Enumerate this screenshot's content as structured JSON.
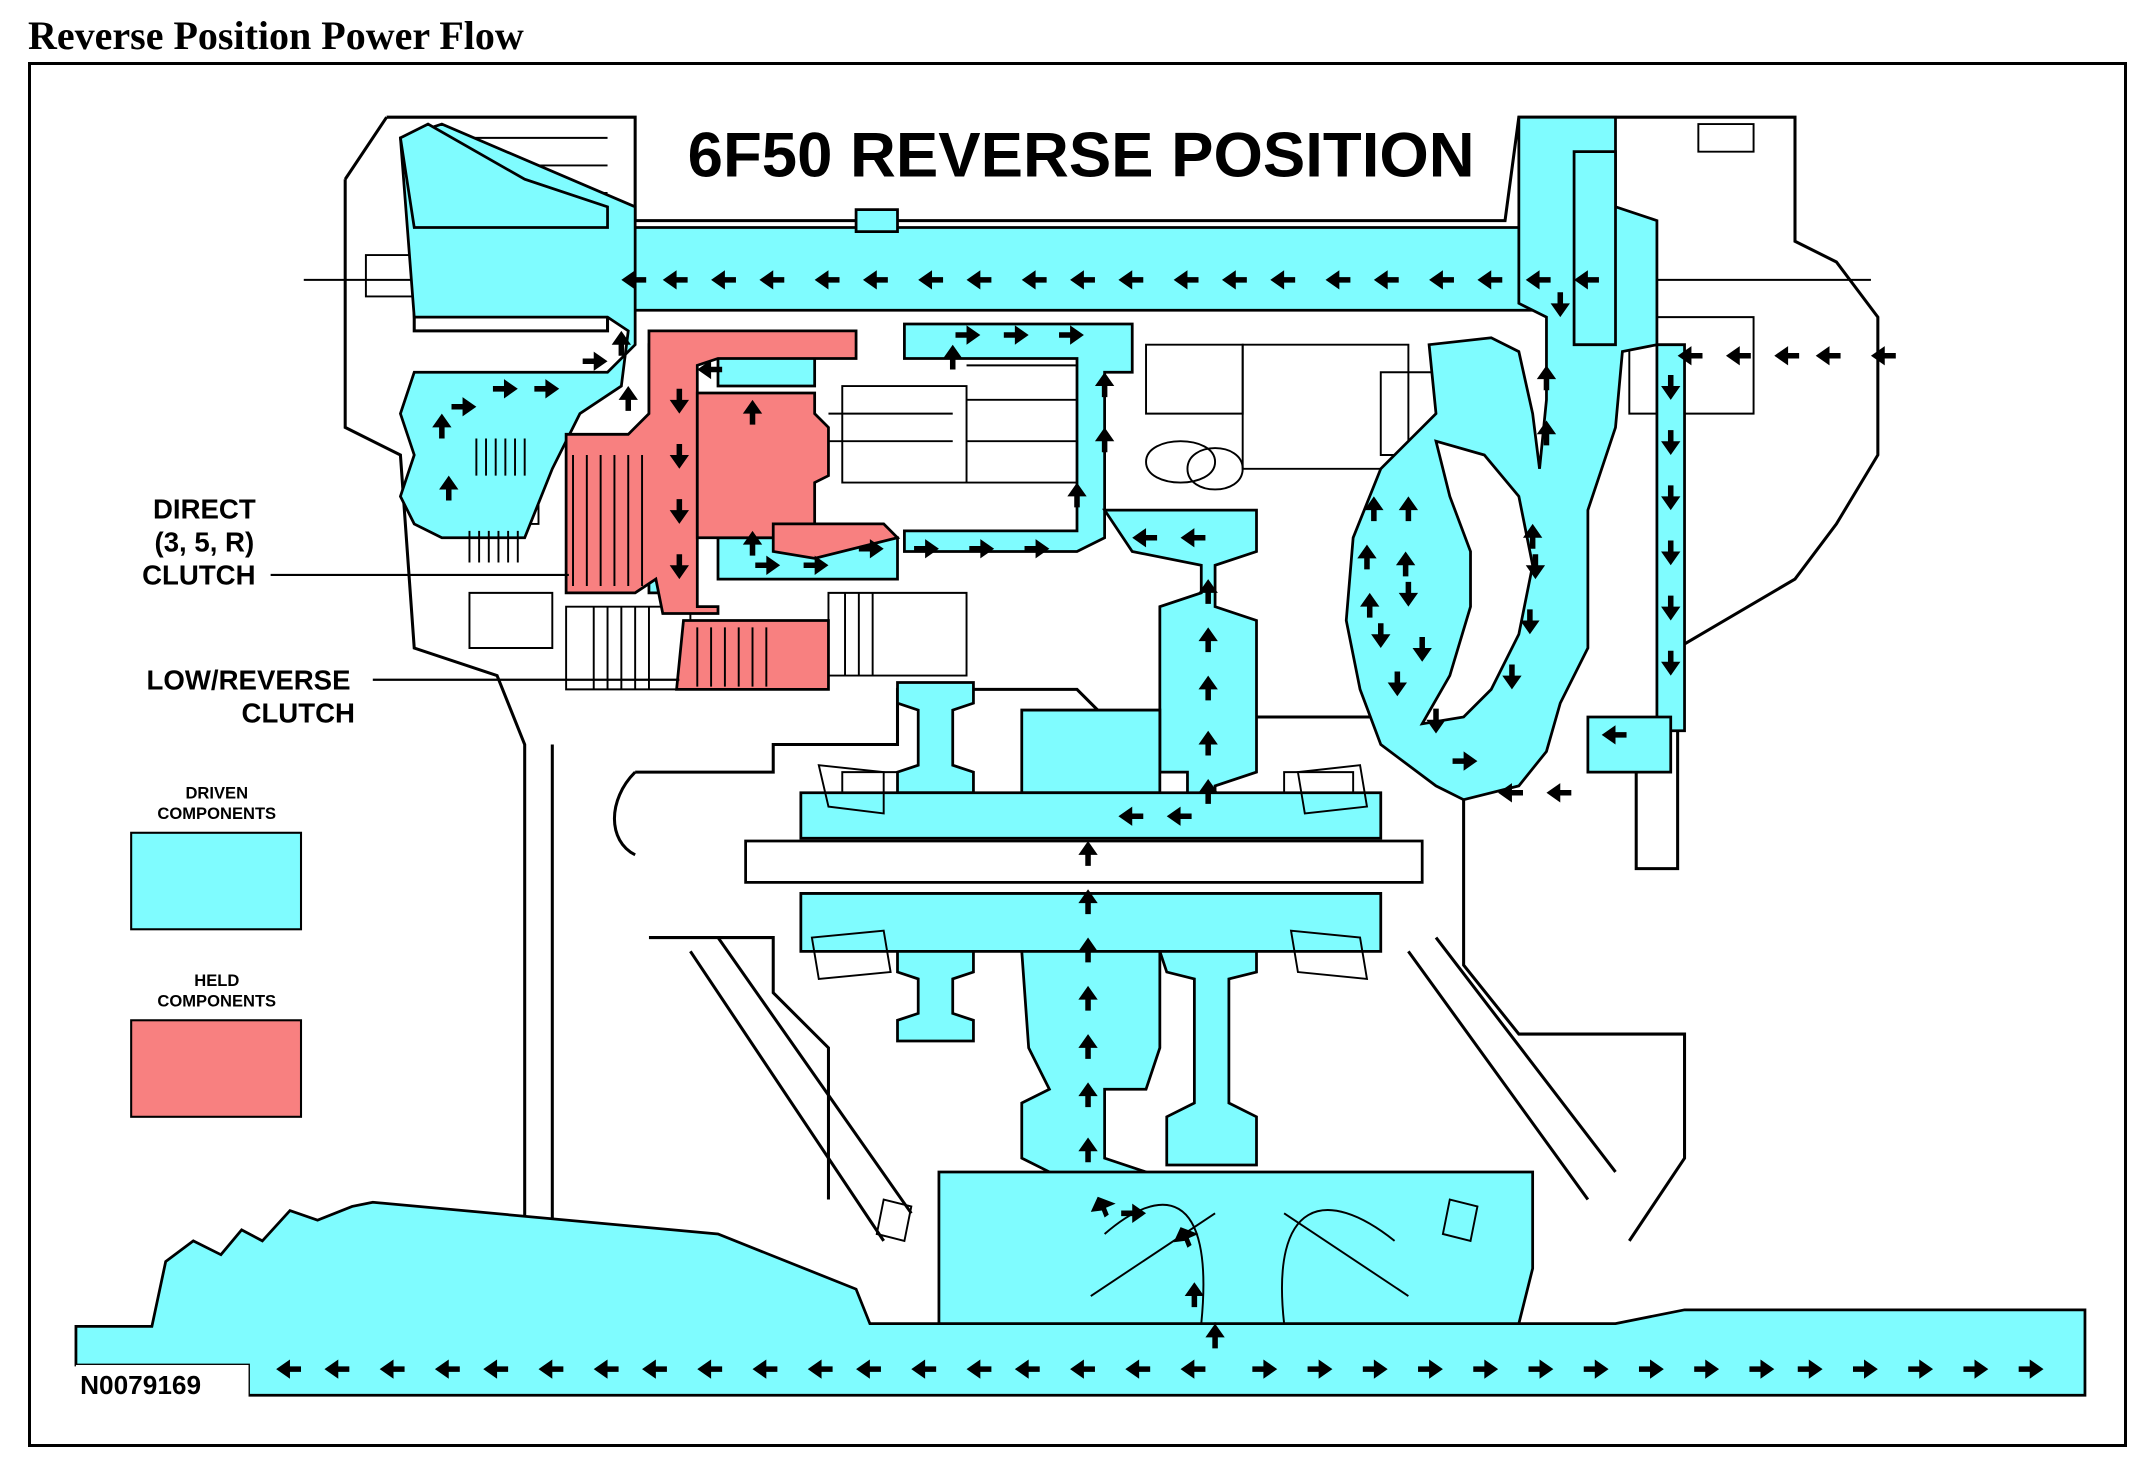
{
  "page_title": "Reverse Position Power Flow",
  "diagram": {
    "heading": "6F50 REVERSE POSITION",
    "figure_id": "N0079169",
    "callouts": {
      "direct_clutch": [
        "DIRECT",
        "(3, 5, R)",
        "CLUTCH"
      ],
      "low_reverse_clutch": [
        "LOW/REVERSE",
        "CLUTCH"
      ]
    },
    "legend": {
      "driven": {
        "label": [
          "DRIVEN",
          "COMPONENTS"
        ],
        "color": "#7ffcff"
      },
      "held": {
        "label": [
          "HELD",
          "COMPONENTS"
        ],
        "color": "#f88080"
      }
    }
  }
}
